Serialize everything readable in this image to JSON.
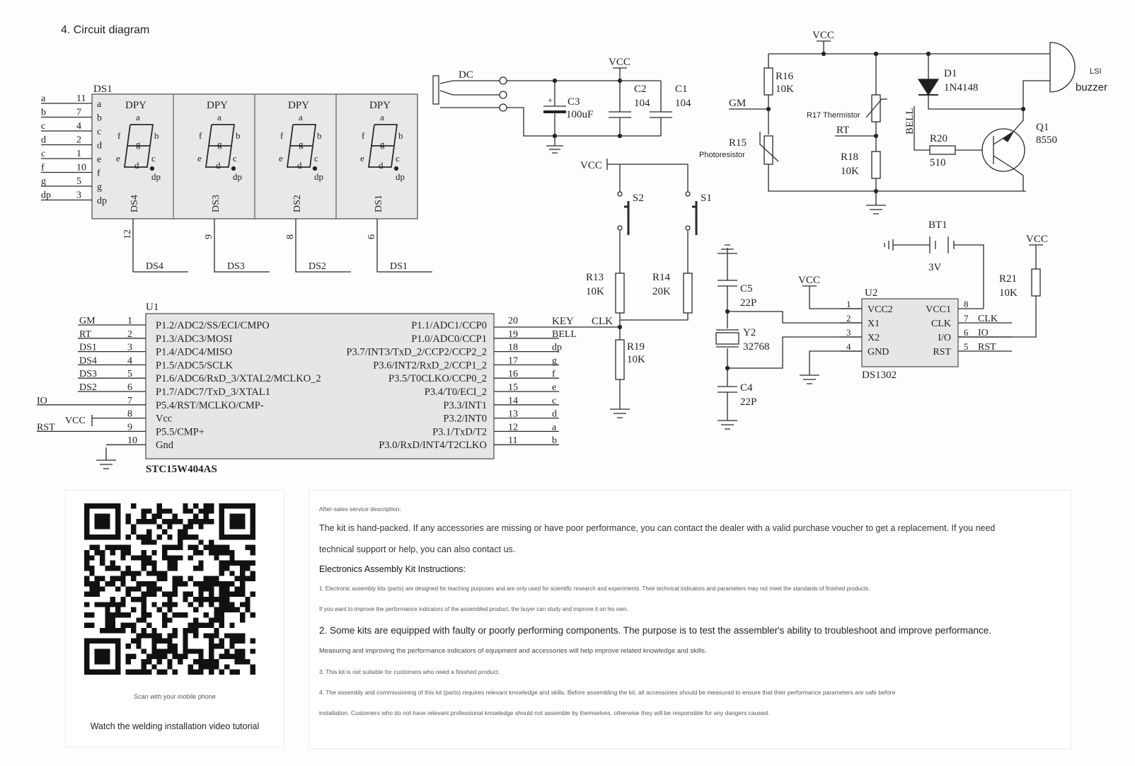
{
  "page_title": "4. Circuit diagram",
  "schematic": {
    "labels": {
      "ds1": "DS1",
      "dpy": "DPY",
      "u1": "U1",
      "u1_part": "STC15W404AS",
      "u2": "U2",
      "u2_part": "DS1302",
      "vcc": "VCC",
      "dc": "DC",
      "c3": "C3",
      "c3_val": "100uF",
      "c2": "C2",
      "c2_val": "104",
      "c1": "C1",
      "c1_val": "104",
      "s1": "S1",
      "s2": "S2",
      "r13": "R13",
      "r13_val": "10K",
      "r14": "R14",
      "r14_val": "20K",
      "r19": "R19",
      "r19_val": "10K",
      "r16": "R16",
      "r16_val": "10K",
      "r17": "R17 Thermistor",
      "r15": "R15",
      "r15_note": "Photoresistor",
      "r18": "R18",
      "r18_val": "10K",
      "r20": "R20",
      "r20_val": "510",
      "r21": "R21",
      "r21_val": "10K",
      "d1": "D1",
      "d1_val": "1N4148",
      "q1": "Q1",
      "q1_val": "8550",
      "buzzer_a": "LSI",
      "buzzer_b": "buzzer",
      "bt1": "BT1",
      "bt1_val": "3V",
      "c5": "C5",
      "c5_val": "22P",
      "c4": "C4",
      "c4_val": "22P",
      "y2": "Y2",
      "y2_val": "32768",
      "gm": "GM",
      "rt": "RT",
      "bell": "BELL",
      "key": "KEY",
      "clk": "CLK",
      "io": "IO",
      "rst": "RST",
      "seg_dp": "dp"
    },
    "segment_pins": [
      {
        "net": "a",
        "pin": "11"
      },
      {
        "net": "b",
        "pin": "7"
      },
      {
        "net": "c",
        "pin": "4"
      },
      {
        "net": "d",
        "pin": "2"
      },
      {
        "net": "c",
        "pin": "1"
      },
      {
        "net": "f",
        "pin": "10"
      },
      {
        "net": "g",
        "pin": "5"
      },
      {
        "net": "dp",
        "pin": "3"
      }
    ],
    "segment_inner": [
      "a",
      "b",
      "c",
      "d",
      "e",
      "f",
      "g",
      "dp"
    ],
    "digits": [
      {
        "name": "DS4",
        "pin": "12",
        "net": "DS4"
      },
      {
        "name": "DS3",
        "pin": "9",
        "net": "DS3"
      },
      {
        "name": "DS2",
        "pin": "8",
        "net": "DS2"
      },
      {
        "name": "DS1",
        "pin": "6",
        "net": "DS1"
      }
    ],
    "digit_seg_letters": [
      "a",
      "b",
      "c",
      "d",
      "e",
      "f",
      "g",
      "dp"
    ],
    "u1_left_pins": [
      {
        "num": "1",
        "net": "GM",
        "name": "P1.2/ADC2/SS/ECI/CMPO"
      },
      {
        "num": "2",
        "net": "RT",
        "name": "P1.3/ADC3/MOSI"
      },
      {
        "num": "3",
        "net": "DS1",
        "name": "P1.4/ADC4/MISO"
      },
      {
        "num": "4",
        "net": "DS4",
        "name": "P1.5/ADC5/SCLK"
      },
      {
        "num": "5",
        "net": "DS3",
        "name": "P1.6/ADC6/RxD_3/XTAL2/MCLKO_2"
      },
      {
        "num": "6",
        "net": "DS2",
        "name": "P1.7/ADC7/TxD_3/XTAL1"
      },
      {
        "num": "7",
        "net": "IO",
        "name": "P5.4/RST/MCLKO/CMP-"
      },
      {
        "num": "8",
        "net": "VCC",
        "name": "Vcc"
      },
      {
        "num": "9",
        "net": "RST",
        "name": "P5.5/CMP+"
      },
      {
        "num": "10",
        "net": "",
        "name": "Gnd"
      }
    ],
    "u1_right_pins": [
      {
        "num": "20",
        "net": "KEY",
        "name": "P1.1/ADC1/CCP0"
      },
      {
        "num": "19",
        "net": "BELL",
        "name": "P1.0/ADC0/CCP1"
      },
      {
        "num": "18",
        "net": "dp",
        "name": "P3.7/INT3/TxD_2/CCP2/CCP2_2"
      },
      {
        "num": "17",
        "net": "g",
        "name": "P3.6/INT2/RxD_2/CCP1_2"
      },
      {
        "num": "16",
        "net": "f",
        "name": "P3.5/T0CLKO/CCP0_2"
      },
      {
        "num": "15",
        "net": "e",
        "name": "P3.4/T0/ECI_2"
      },
      {
        "num": "14",
        "net": "c",
        "name": "P3.3/INT1"
      },
      {
        "num": "13",
        "net": "d",
        "name": "P3.2/INT0"
      },
      {
        "num": "12",
        "net": "a",
        "name": "P3.1/TxD/T2"
      },
      {
        "num": "11",
        "net": "b",
        "name": "P3.0/RxD/INT4/T2CLKO"
      }
    ],
    "u2_left_pins": [
      {
        "num": "1",
        "name": "VCC2"
      },
      {
        "num": "2",
        "name": "X1"
      },
      {
        "num": "3",
        "name": "X2"
      },
      {
        "num": "4",
        "name": "GND"
      }
    ],
    "u2_right_pins": [
      {
        "num": "8",
        "name": "VCC1",
        "net": ""
      },
      {
        "num": "7",
        "name": "CLK",
        "net": "CLK"
      },
      {
        "num": "6",
        "name": "I/O",
        "net": "IO"
      },
      {
        "num": "5",
        "name": "RST",
        "net": "RST"
      }
    ]
  },
  "qr": {
    "caption": "Scan with your mobile phone",
    "watch": "Watch the welding installation video tutorial"
  },
  "service": {
    "heading": "After-sales service description:",
    "line1": "The kit is hand-packed. If any accessories are missing or have poor performance, you can contact the dealer with a valid purchase voucher to get a replacement. If you need",
    "line2": "technical support or help, you can also contact us.",
    "line3": "Electronics Assembly Kit Instructions:",
    "line4": "1. Electronic assembly kits (parts) are designed for teaching purposes and are only used for scientific research and experiments. Their technical indicators and parameters may not meet the standards of finished products.",
    "line5": "If you want to improve the performance indicators of the assembled product, the buyer can study and improve it on his own.",
    "line6": "2. Some kits are equipped with faulty or poorly performing components. The purpose is to test the assembler's ability to troubleshoot and improve performance.",
    "line7": "Measuring and improving the performance indicators of equipment and accessories will help improve related knowledge and skills.",
    "line8": "3. This kit is not suitable for customers who need a finished product.",
    "line9": "4. The assembly and commissioning of this kit (parts) requires relevant knowledge and skills. Before assembling the kit, all accessories should be measured to ensure that their performance parameters are safe before",
    "line10": "installation. Customers who do not have relevant professional knowledge should not assemble by themselves, otherwise they will be responsible for any dangers caused."
  }
}
